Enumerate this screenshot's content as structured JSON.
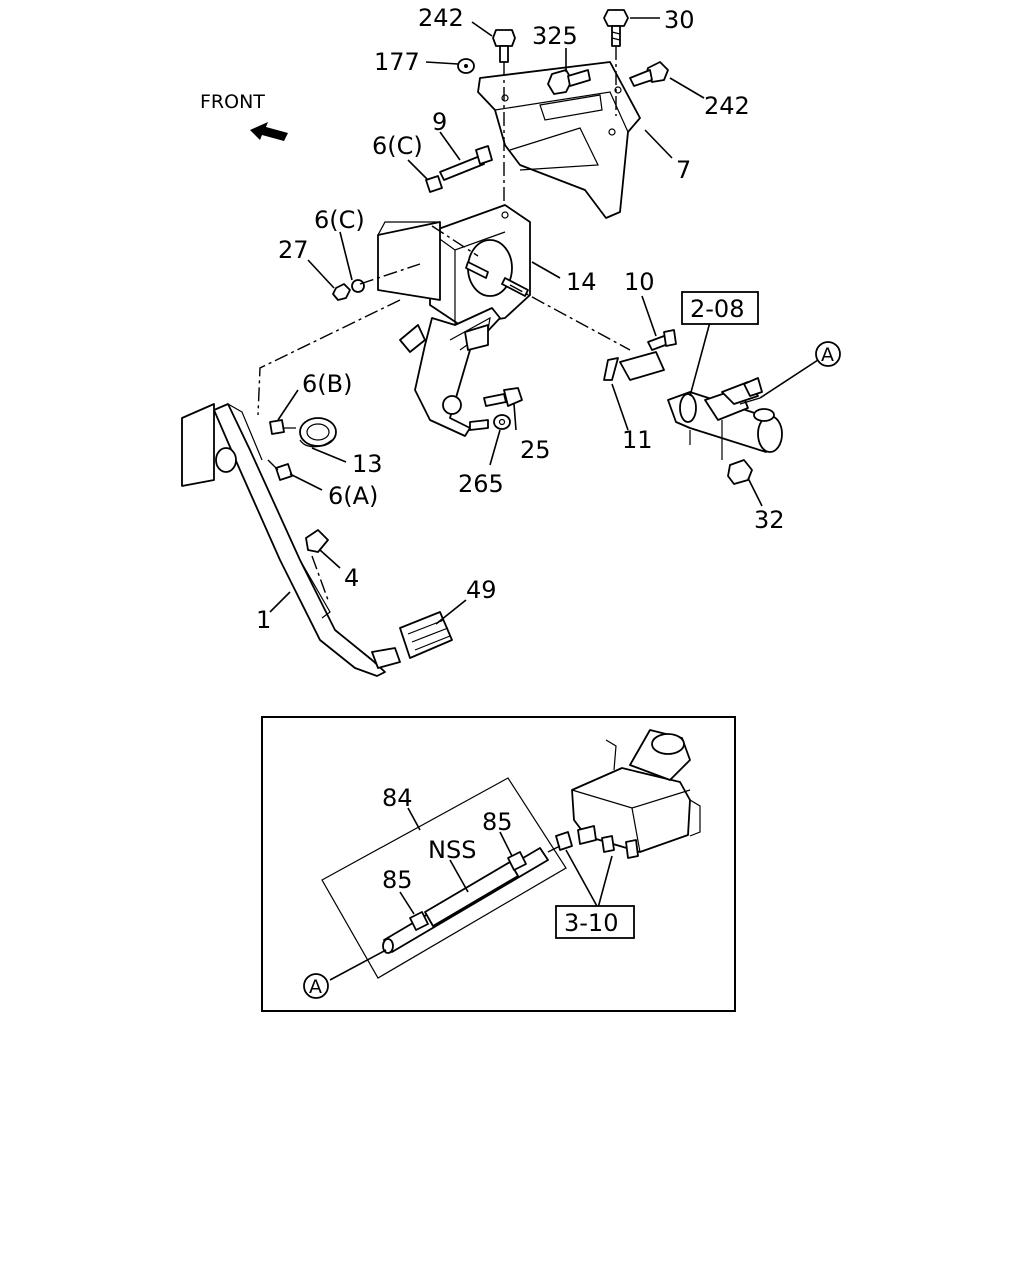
{
  "front_label": "FRONT",
  "callouts": {
    "c242_top": "242",
    "c325": "325",
    "c30": "30",
    "c177": "177",
    "c242_right": "242",
    "c7": "7",
    "c9": "9",
    "c6c_top": "6(C)",
    "c6c_mid": "6(C)",
    "c27": "27",
    "c14": "14",
    "c10": "10",
    "c2_08": "2-08",
    "c_a_top": "A",
    "c6b": "6(B)",
    "c13": "13",
    "c6a": "6(A)",
    "c25": "25",
    "c11": "11",
    "c265": "265",
    "c32": "32",
    "c4": "4",
    "c49": "49",
    "c1": "1",
    "c84": "84",
    "c85_top": "85",
    "c_nss": "NSS",
    "c85_left": "85",
    "c3_10": "3-10",
    "c_a_bottom": "A"
  }
}
